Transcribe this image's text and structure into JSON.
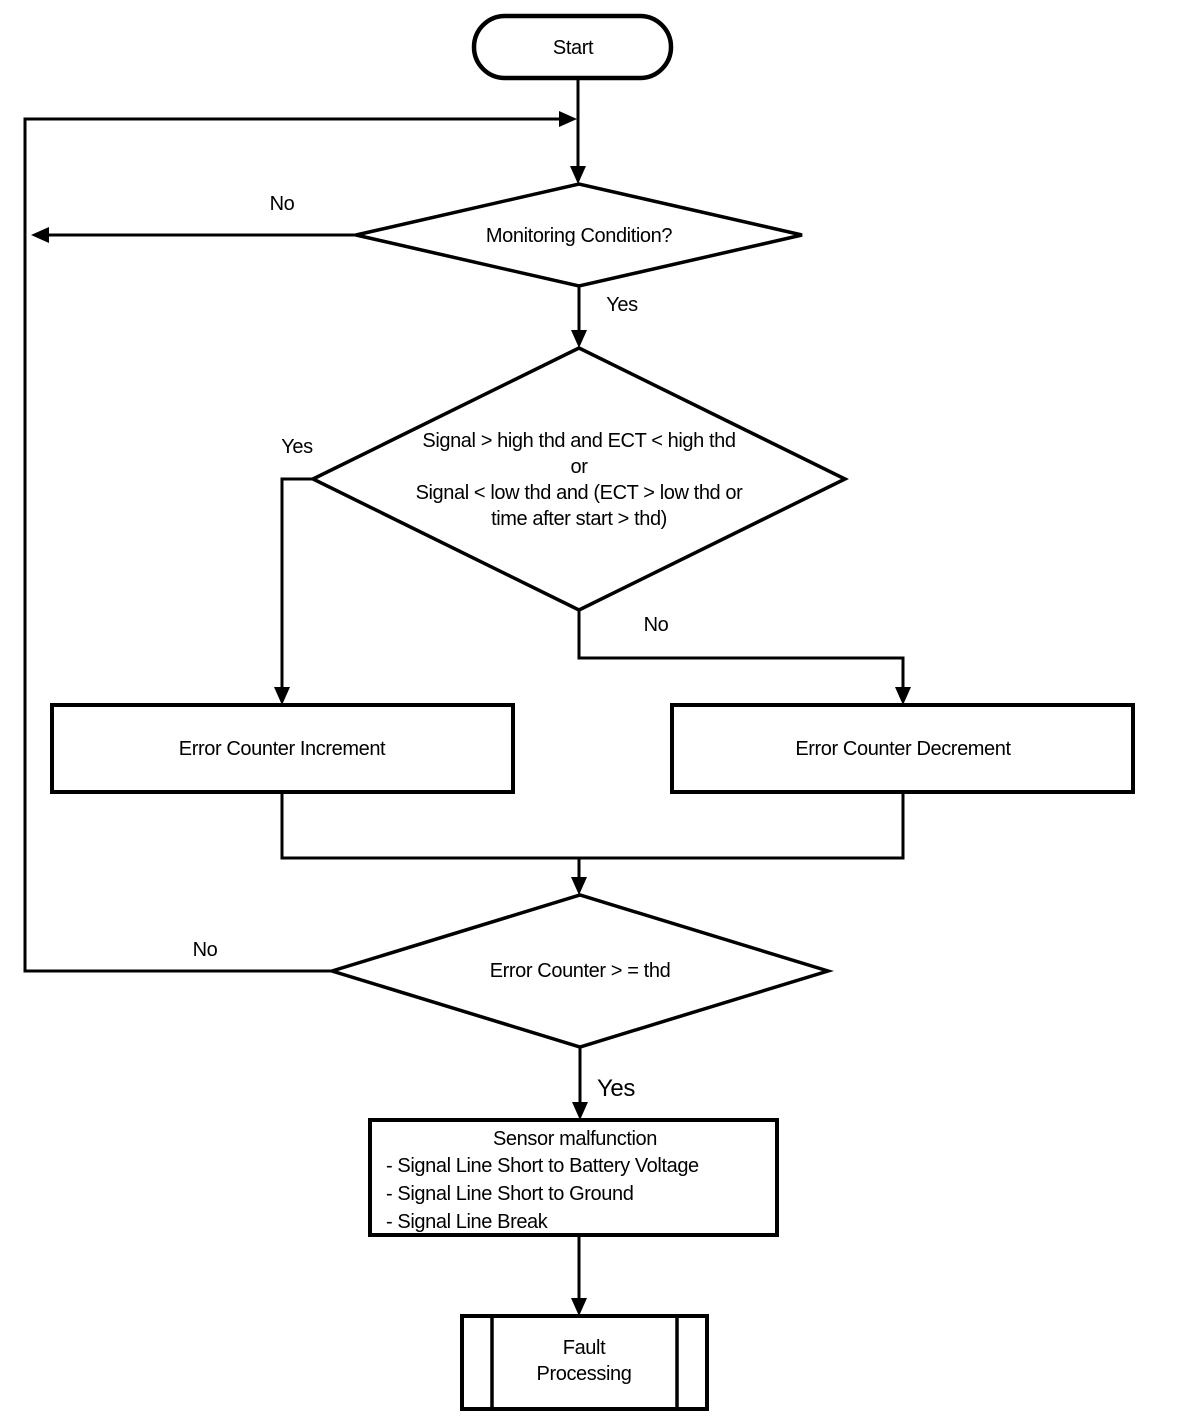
{
  "flowchart": {
    "nodes": {
      "start": {
        "label": "Start"
      },
      "monitoring": {
        "label": "Monitoring Condition?"
      },
      "signal_check": {
        "lines": [
          "Signal > high thd and ECT < high thd",
          "or",
          "Signal < low thd and (ECT > low thd or",
          "time after start > thd)"
        ]
      },
      "increment": {
        "label": "Error Counter Increment"
      },
      "decrement": {
        "label": "Error Counter Decrement"
      },
      "threshold": {
        "label": "Error Counter > = thd"
      },
      "malfunction": {
        "title": "Sensor malfunction",
        "items": [
          "- Signal Line Short to Battery Voltage",
          "- Signal Line Short to Ground",
          "- Signal Line Break"
        ]
      },
      "fault": {
        "lines": [
          "Fault",
          "Processing"
        ]
      }
    },
    "edge_labels": {
      "monitoring_no": "No",
      "monitoring_yes": "Yes",
      "signal_yes": "Yes",
      "signal_no": "No",
      "threshold_no": "No",
      "threshold_yes": "Yes"
    },
    "colors": {
      "stroke": "#000000",
      "background": "#ffffff"
    }
  }
}
